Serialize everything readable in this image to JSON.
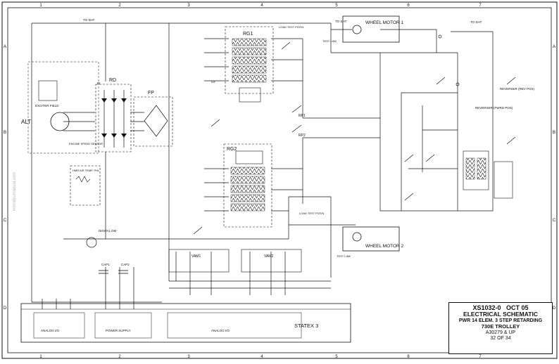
{
  "border": {
    "cols": [
      "1",
      "2",
      "3",
      "4",
      "5",
      "6",
      "7"
    ],
    "rows": [
      "A",
      "B",
      "C",
      "D"
    ]
  },
  "title_block": {
    "doc_number": "XS1032-0",
    "date": "OCT 05",
    "title": "ELECTRICAL SCHEMATIC",
    "subtitle": "PWR 14 ELEM. 3 STEP RETARDING",
    "model": "730E TROLLEY",
    "serial": "A30279 & UP",
    "sheet": "32 OF 34"
  },
  "components": {
    "wheel_motor_1": "WHEEL MOTOR 1",
    "wheel_motor_2": "WHEEL MOTOR 2",
    "rg1": "RG1",
    "rg2": "RG2",
    "alt": "ALT",
    "rd": "RD",
    "fp": "FP",
    "statex": "STATEX 3",
    "vam1": "VAM1",
    "vam2": "VAM2",
    "rp1": "RP1",
    "rp2": "RP2",
    "gf": "GF",
    "ri": "RI",
    "exciter_field": "EXCITER FIELD",
    "engine_speed_sensor": "ENGINE SPEED SENSOR",
    "hmr_air_temp": "HMR AIR TEMP. PHL",
    "digital_dm": "DIGITAL DM",
    "cap1": "CAP1",
    "cap2": "CAP2",
    "analog_1": "ANALOG I/O",
    "analog_2": "ANALOG I/O",
    "power_supply": "POWER SUPPLY",
    "reverser_fwd": "REVERSER (FWRD POS)",
    "reverser_rev": "REVERSER (REV POS)",
    "load_test_1": "LOAD TEST POS'N",
    "load_test_2": "LOAD TEST POS'N",
    "test_link_1": "TEST LINK",
    "test_link_2": "TEST LINK"
  },
  "labels": {
    "to_sht": "TO SHT",
    "watermark": "komatsumanual.com"
  }
}
